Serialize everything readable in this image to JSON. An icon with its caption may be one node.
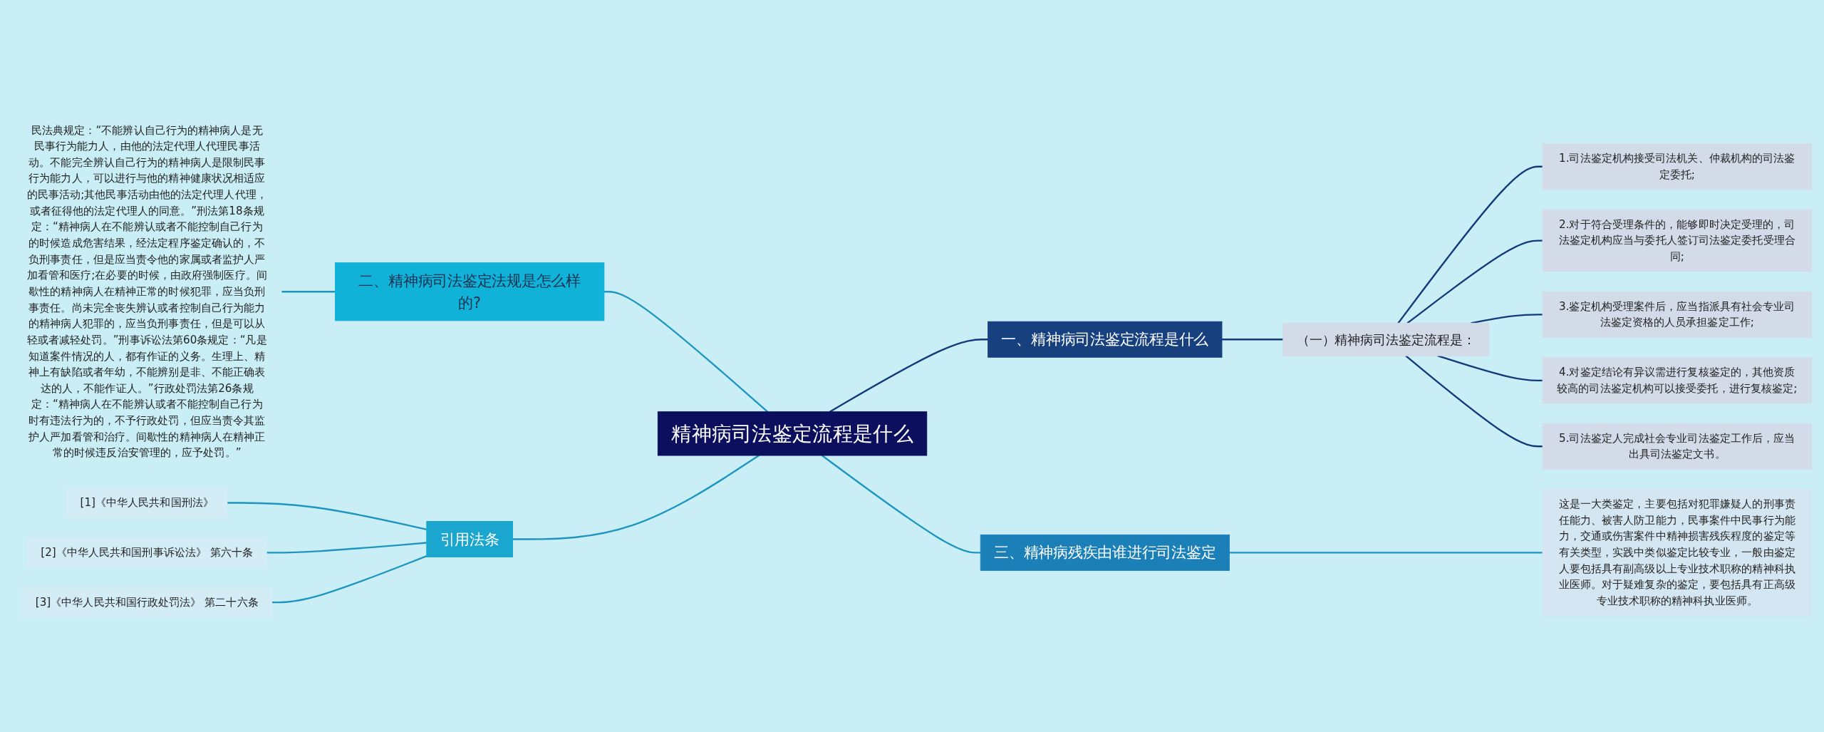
{
  "diagram": {
    "nodes": [
      {
        "text": [
          "精神病司法鉴定流程是什么"
        ]
      },
      {
        "text": [
          "一、精神病司法鉴定流程是什么"
        ]
      },
      {
        "text": [
          "（一）精神病司法鉴定流程是："
        ]
      },
      {
        "text": [
          "1.司法鉴定机构接受司法机关、仲裁机构的司法鉴定委托;"
        ]
      },
      {
        "text": [
          "2.对于符合受理条件的，能够即时决定受理的，司法鉴定机构应当与委托人签订司法鉴定委托受理合同;"
        ]
      },
      {
        "text": [
          "3.鉴定机构受理案件后，应当指派具有社会专业司法鉴定资格的人员承担鉴定工作;"
        ]
      },
      {
        "text": [
          "4.对鉴定结论有异议需进行复核鉴定的，其他资质较高的司法鉴定机构可以接受委托，进行复核鉴定;"
        ]
      },
      {
        "text": [
          "5.司法鉴定人完成社会专业司法鉴定工作后，应当出具司法鉴定文书。"
        ]
      },
      {
        "text": [
          "三、精神病残疾由谁进行司法鉴定"
        ]
      },
      {
        "text": [
          "这是一大类鉴定，主要包括对犯罪嫌疑人的刑事责任能力、被害人防卫能力，民事案件中民事行为能力，交通或伤害案件中精神损害残疾程度的鉴定等有关类型，实践中类似鉴定比较专业，一般由鉴定人要包括具有副高级以上专业技术职称的精神科执业医师。对于疑难复杂的鉴定，要包括具有正高级专业技术职称的精神科执业医师。"
        ]
      },
      {
        "text": [
          "二、精神病司法鉴定法规是怎么样的?"
        ]
      },
      {
        "text": [
          "民法典规定：“不能辨认自己行为的精神病人是无民事行为能力人，由他的法定代理人代理民事活动。不能完全辨认自己行为的精神病人是限制民事行为能力人，可以进行与他的精神健康状况相适应的民事活动;其他民事活动由他的法定代理人代理，或者征得他的法定代理人的同意。”刑法第18条规定：“精神病人在不能辨认或者不能控制自己行为的时候造成危害结果，经法定程序鉴定确认的，不负刑事责任，但是应当责令他的家属或者监护人严加看管和医疗;在必要的时候，由政府强制医疗。间歇性的精神病人在精神正常的时候犯罪，应当负刑事责任。尚未完全丧失辨认或者控制自己行为能力的精神病人犯罪的，应当负刑事责任，但是可以从轻或者减轻处罚。”刑事诉讼法第60条规定：“凡是知道案件情况的人，都有作证的义务。生理上、精神上有缺陷或者年幼，不能辨别是非、不能正确表达的人，不能作证人。”行政处罚法第26条规定：“精神病人在不能辨认或者不能控制自己行为时有违法行为的，不予行政处罚，但应当责令其监护人严加看管和治疗。间歇性的精神病人在精神正常的时候违反治安管理的，应予处罚。”"
        ]
      },
      {
        "text": [
          "引用法条"
        ]
      },
      {
        "text": [
          "[1]《中华人民共和国刑法》"
        ]
      },
      {
        "text": [
          "[2]《中华人民共和国刑事诉讼法》 第六十条"
        ]
      },
      {
        "text": [
          "[3]《中华人民共和国行政处罚法》 第二十六条"
        ]
      }
    ],
    "edges": [
      {
        "from": 0,
        "to": 1,
        "arrow": "none",
        "color": "#123a7a"
      },
      {
        "from": 1,
        "to": 2,
        "arrow": "none",
        "color": "#123a7a"
      },
      {
        "from": 2,
        "to": 3,
        "arrow": "none",
        "color": "#123a7a"
      },
      {
        "from": 2,
        "to": 4,
        "arrow": "none",
        "color": "#123a7a"
      },
      {
        "from": 2,
        "to": 5,
        "arrow": "none",
        "color": "#123a7a"
      },
      {
        "from": 2,
        "to": 6,
        "arrow": "none",
        "color": "#123a7a"
      },
      {
        "from": 2,
        "to": 7,
        "arrow": "none",
        "color": "#123a7a"
      },
      {
        "from": 0,
        "to": 8,
        "arrow": "none"
      },
      {
        "from": 8,
        "to": 9,
        "arrow": "none"
      },
      {
        "from": 11,
        "to": 10,
        "arrow": "none"
      },
      {
        "from": 10,
        "to": 0,
        "arrow": "none"
      },
      {
        "from": 13,
        "to": 12,
        "arrow": "none"
      },
      {
        "from": 14,
        "to": 12,
        "arrow": "none"
      },
      {
        "from": 15,
        "to": 12,
        "arrow": "none"
      },
      {
        "from": 12,
        "to": 0,
        "arrow": "none"
      }
    ]
  }
}
